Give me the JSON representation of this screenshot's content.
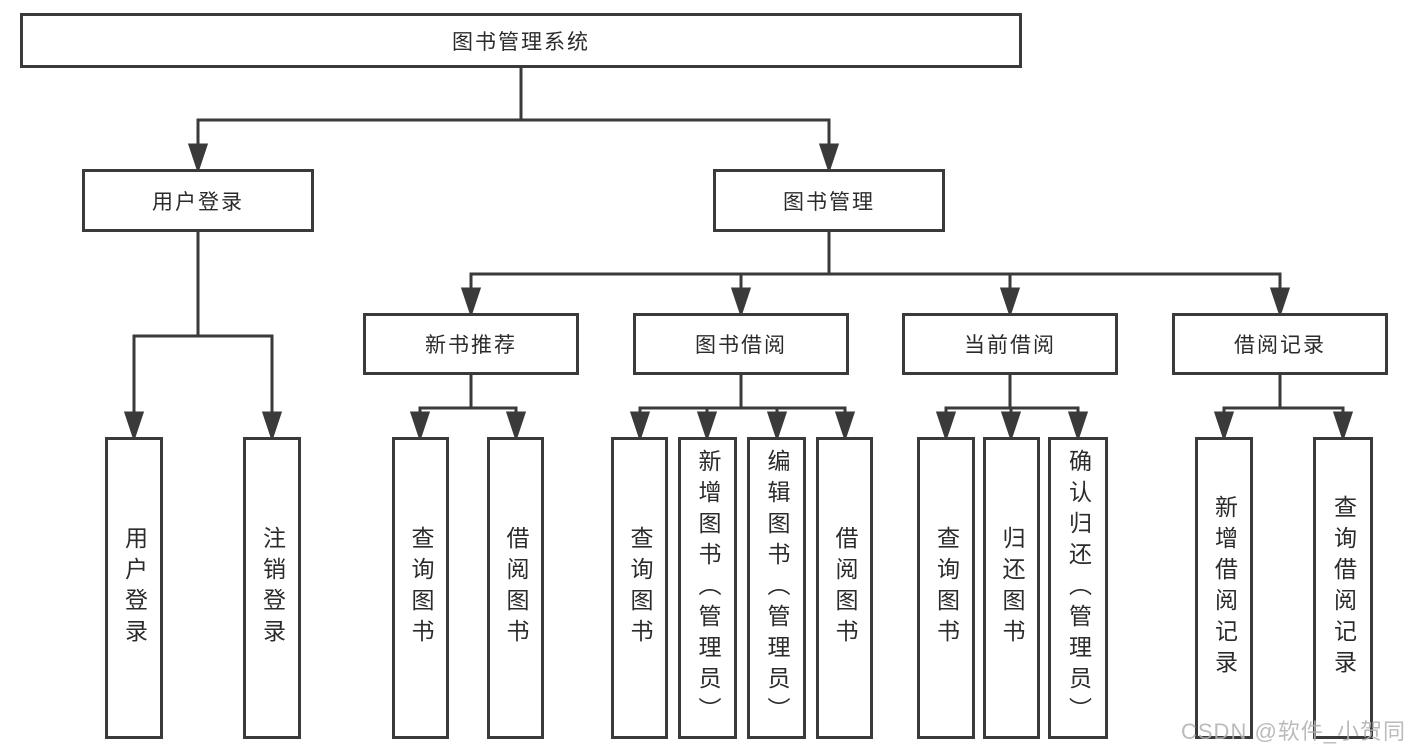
{
  "diagram": {
    "tree": {
      "label": "图书管理系统",
      "children": [
        {
          "label": "用户登录",
          "children": [
            {
              "label": "用户登录"
            },
            {
              "label": "注销登录"
            }
          ]
        },
        {
          "label": "图书管理",
          "children": [
            {
              "label": "新书推荐",
              "children": [
                {
                  "label": "查询图书"
                },
                {
                  "label": "借阅图书"
                }
              ]
            },
            {
              "label": "图书借阅",
              "children": [
                {
                  "label": "查询图书"
                },
                {
                  "label": "新增图书（管理员）"
                },
                {
                  "label": "编辑图书（管理员）"
                },
                {
                  "label": "借阅图书"
                }
              ]
            },
            {
              "label": "当前借阅",
              "children": [
                {
                  "label": "查询图书"
                },
                {
                  "label": "归还图书"
                },
                {
                  "label": "确认归还（管理员）"
                }
              ]
            },
            {
              "label": "借阅记录",
              "children": [
                {
                  "label": "新增借阅记录"
                },
                {
                  "label": "查询借阅记录"
                }
              ]
            }
          ]
        }
      ]
    }
  },
  "watermark": {
    "text": "CSDN @软件_小贺同学"
  },
  "colors": {
    "line": "#3a3a3a",
    "box_border": "#3a3a3a",
    "box_fill": "#ffffff",
    "text": "#2b2b2b",
    "watermark": "#b2b2b2",
    "background": "#ffffff"
  }
}
